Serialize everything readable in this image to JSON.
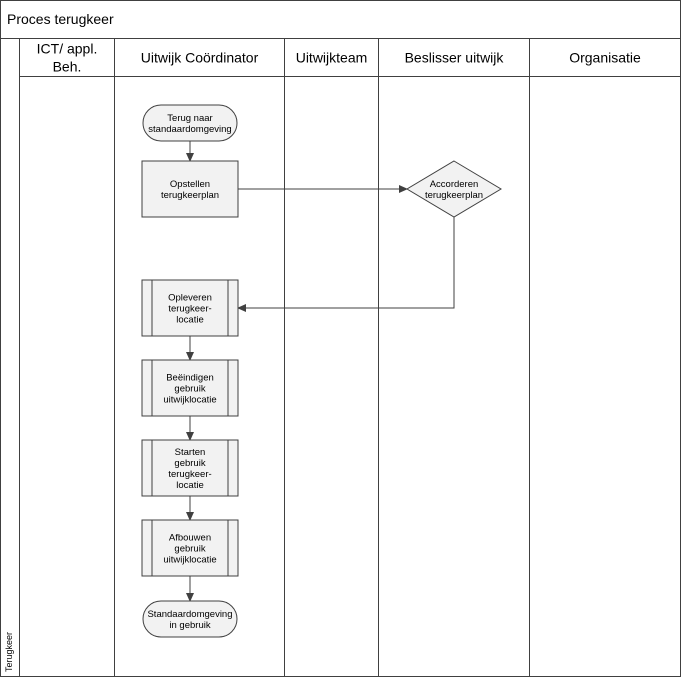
{
  "diagram": {
    "title": "Proces terugkeer",
    "row_label": "Terugkeer",
    "lanes": [
      {
        "id": "ict",
        "label_lines": [
          "ICT/ appl.",
          "Beh."
        ]
      },
      {
        "id": "coord",
        "label_lines": [
          "Uitwijk Coördinator"
        ]
      },
      {
        "id": "team",
        "label_lines": [
          "Uitwijkteam"
        ]
      },
      {
        "id": "beslisser",
        "label_lines": [
          "Beslisser uitwijk"
        ]
      },
      {
        "id": "org",
        "label_lines": [
          "Organisatie"
        ]
      }
    ],
    "nodes": [
      {
        "id": "start",
        "kind": "terminator",
        "lines": [
          "Terug naar",
          "standaardomgeving"
        ]
      },
      {
        "id": "opstellen",
        "kind": "process",
        "lines": [
          "Opstellen",
          "terugkeerplan"
        ]
      },
      {
        "id": "accorderen",
        "kind": "decision",
        "lines": [
          "Accorderen",
          "terugkeerplan"
        ]
      },
      {
        "id": "opleveren",
        "kind": "subprocess",
        "lines": [
          "Opleveren",
          "terugkeer-",
          "locatie"
        ]
      },
      {
        "id": "beeindigen",
        "kind": "subprocess",
        "lines": [
          "Beëindigen",
          "gebruik",
          "uitwijklocatie"
        ]
      },
      {
        "id": "starten",
        "kind": "subprocess",
        "lines": [
          "Starten",
          "gebruik",
          "terugkeer-",
          "locatie"
        ]
      },
      {
        "id": "afbouwen",
        "kind": "subprocess",
        "lines": [
          "Afbouwen",
          "gebruik",
          "uitwijklocatie"
        ]
      },
      {
        "id": "einde",
        "kind": "terminator",
        "lines": [
          "Standaardomgeving",
          "in gebruik"
        ]
      }
    ],
    "edges": [
      {
        "from": "start",
        "to": "opstellen"
      },
      {
        "from": "opstellen",
        "to": "accorderen"
      },
      {
        "from": "accorderen",
        "to": "opleveren"
      },
      {
        "from": "opleveren",
        "to": "beeindigen"
      },
      {
        "from": "beeindigen",
        "to": "starten"
      },
      {
        "from": "starten",
        "to": "afbouwen"
      },
      {
        "from": "afbouwen",
        "to": "einde"
      }
    ],
    "colors": {
      "line": "#404040",
      "fill": "#f2f2f2",
      "background": "#ffffff"
    }
  }
}
